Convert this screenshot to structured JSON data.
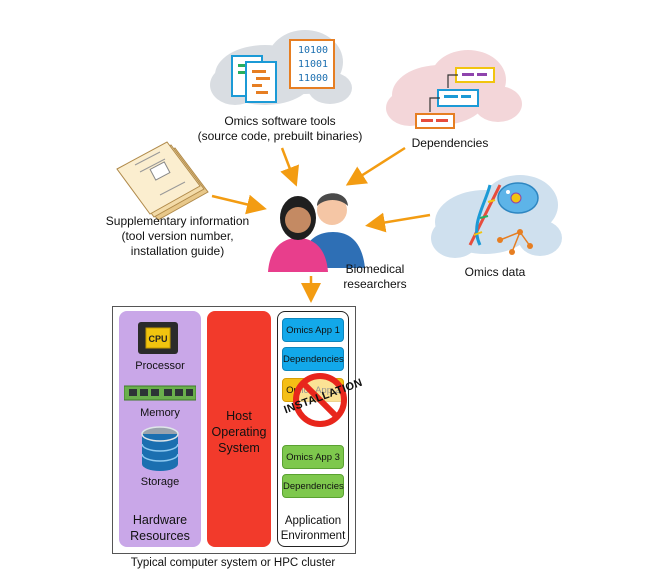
{
  "sources": {
    "software_tools": [
      "Omics software tools",
      "(source code, prebuilt binaries)"
    ],
    "binary_lines": [
      "10100",
      "11001",
      "11000"
    ],
    "dependencies": "Dependencies",
    "supplementary": [
      "Supplementary information",
      "(tool version number,",
      "installation guide)"
    ],
    "omics_data": "Omics data",
    "researchers": [
      "Biomedical",
      "researchers"
    ]
  },
  "system": {
    "caption": "Typical computer system or HPC cluster",
    "hardware": {
      "processor": "Processor",
      "cpu_chip": "CPU",
      "memory": "Memory",
      "storage": "Storage",
      "title": [
        "Hardware",
        "Resources"
      ]
    },
    "os_title": [
      "Host",
      "Operating",
      "System"
    ],
    "environment": {
      "title": [
        "Application",
        "Environment"
      ],
      "apps": [
        {
          "label": "Omics App 1",
          "color": "blue"
        },
        {
          "label": "Dependencies",
          "color": "blue"
        },
        {
          "label": "Omics App 2",
          "color": "yellow"
        },
        {
          "label": "Omics App 3",
          "color": "green"
        },
        {
          "label": "Dependencies",
          "color": "green"
        }
      ],
      "blocked_label": "INSTALLATION"
    }
  },
  "colors": {
    "arrow": "#f39c12",
    "hardware": "#c9a7e8",
    "os": "#f23a2b",
    "app_blue": "#12a8ea",
    "app_green": "#7ec84d",
    "app_yellow": "#f5bf16",
    "no_sign": "#e8261c",
    "cloud": "#d9dde2",
    "cloud_pink": "#f3d6d9",
    "cloud_blue": "#cfe0ee"
  }
}
